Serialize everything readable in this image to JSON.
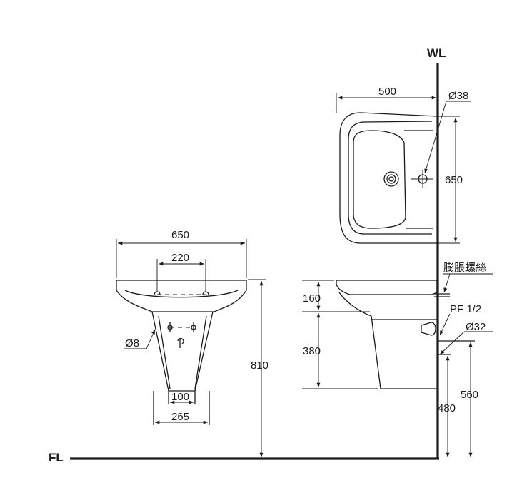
{
  "reference_lines": {
    "wall": "WL",
    "floor": "FL"
  },
  "front_view": {
    "basin_width": "650",
    "faucet_hole_spacing": "220",
    "bolt_hole_diameter": "Ø8",
    "pedestal_bottom_inner": "100",
    "pedestal_bottom_outer": "265",
    "rim_height": "810"
  },
  "top_view": {
    "basin_depth": "500",
    "faucet_hole_diameter": "Ø38",
    "projection": "650"
  },
  "side_view": {
    "basin_thickness": "160",
    "pedestal_upper": "380",
    "expansion_bolt": "膨脹螺絲",
    "supply_thread": "PF 1/2",
    "drain_diameter": "Ø32",
    "drain_height": "480",
    "supply_height": "560"
  }
}
